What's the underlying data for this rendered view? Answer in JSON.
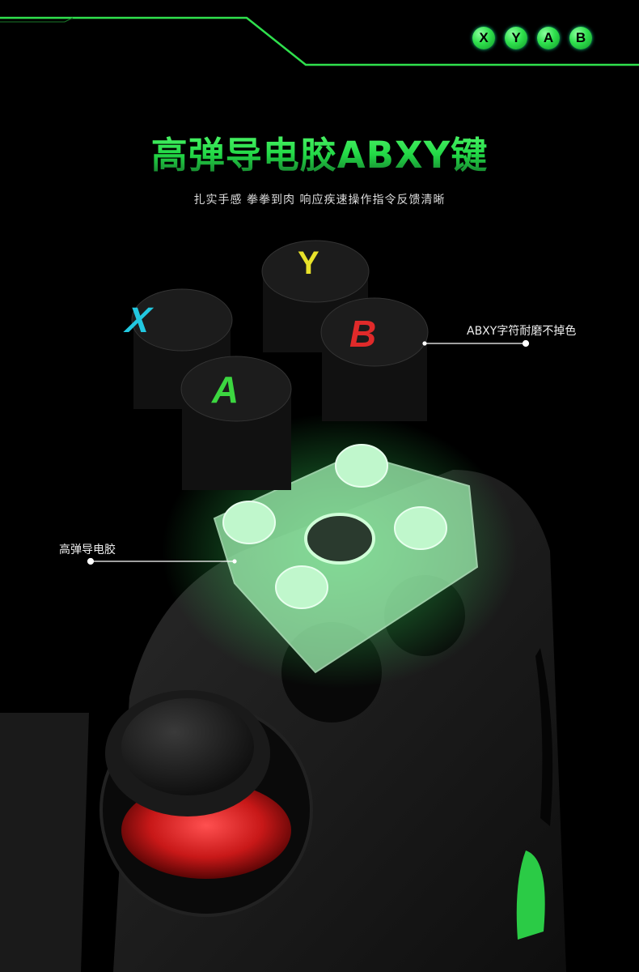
{
  "badges": [
    "X",
    "Y",
    "A",
    "B"
  ],
  "title": "高弹导电胶ABXY键",
  "subtitle": "扎实手感  拳拳到肉  响应疾速操作指令反馈清晰",
  "callouts": {
    "keys": "ABXY字符耐磨不掉色",
    "membrane": "高弹导电胶"
  },
  "keys": [
    {
      "letter": "X",
      "color": "#22c8e0"
    },
    {
      "letter": "Y",
      "color": "#e8e22a"
    },
    {
      "letter": "B",
      "color": "#e02a2a"
    },
    {
      "letter": "A",
      "color": "#3cd640"
    }
  ],
  "colors": {
    "accent": "#2fe04d",
    "joystick_ring": "#c81818"
  }
}
